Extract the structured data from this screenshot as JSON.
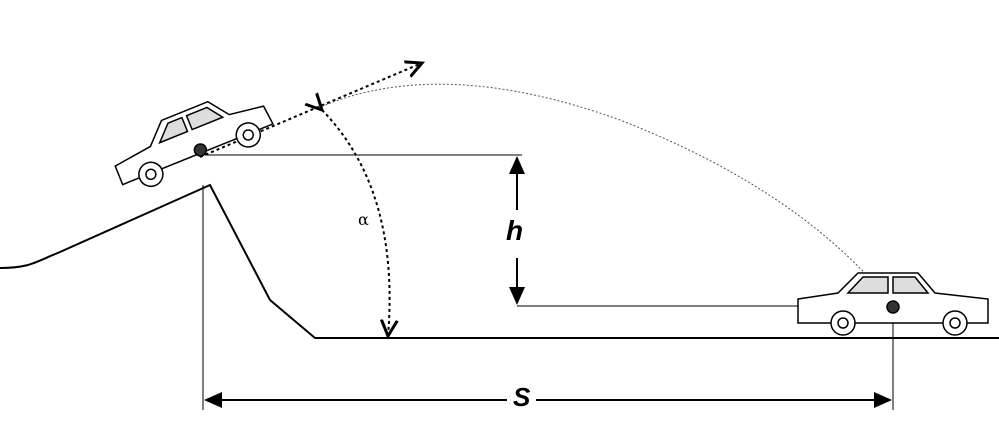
{
  "labels": {
    "height": "h",
    "distance": "S",
    "angle": "α"
  },
  "colors": {
    "line": "#000000",
    "background": "#ffffff"
  }
}
